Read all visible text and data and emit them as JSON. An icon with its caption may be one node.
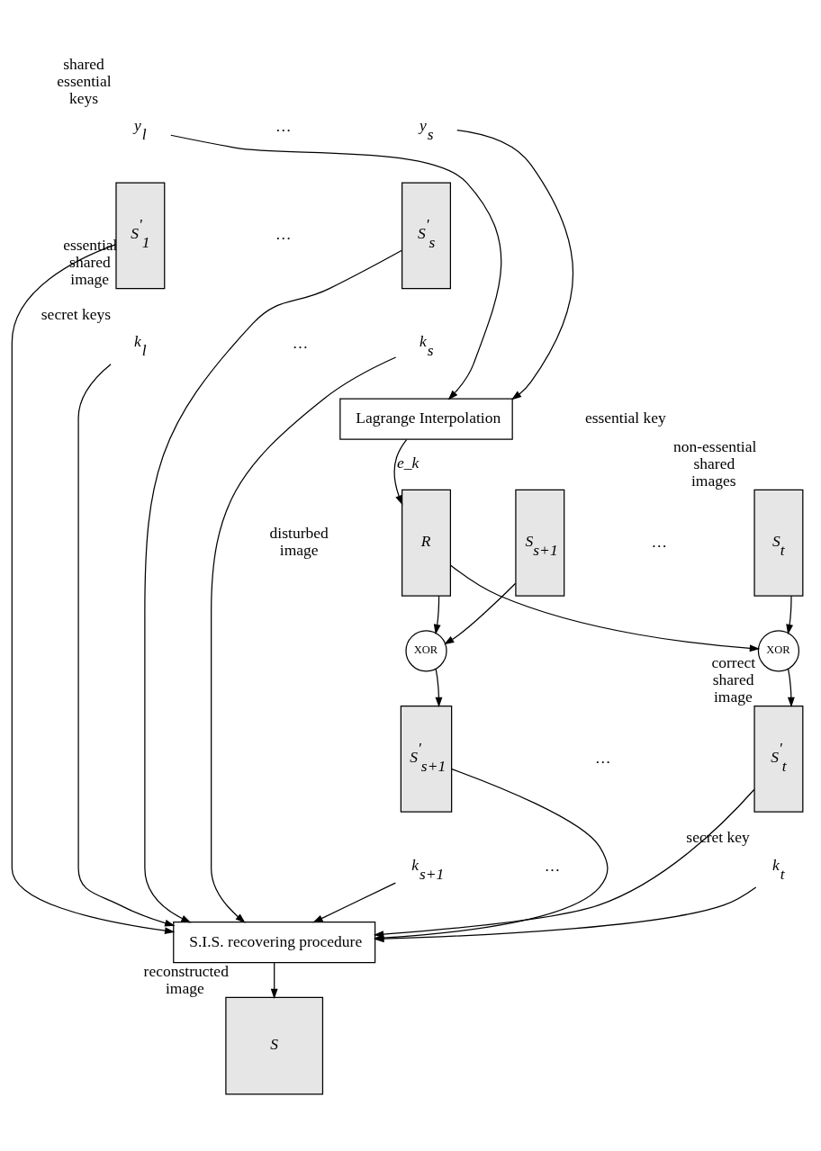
{
  "diagram": {
    "nodes": [
      {
        "text": [
          "y$_{l}$"
        ],
        "beside": [
          "shared essential keys"
        ]
      },
      {
        "text": [
          "y$_{s}$"
        ]
      },
      {
        "text": [
          "S$^{'}$$_{1}$"
        ],
        "beside": [
          "essential shared image"
        ]
      },
      {
        "text": [
          "S$^{'}$$_{s}$"
        ]
      },
      {
        "text": [
          "k$_{l}$"
        ],
        "beside": [
          "secret keys"
        ]
      },
      {
        "text": [
          "k$_{s}$"
        ]
      },
      {
        "text": [
          "Lagrange Interpolation"
        ]
      },
      {
        "text": [
          "R"
        ]
      },
      {
        "text": [
          "S$_{s+1}$"
        ]
      },
      {
        "text": [
          "S$_{t}$"
        ],
        "beside": [
          "non-essential shared images"
        ]
      },
      {
        "text": [
          "XOR"
        ]
      },
      {
        "text": [
          "XOR"
        ]
      },
      {
        "text": [
          "S$^{'}$$_{s+1}$"
        ]
      },
      {
        "text": [
          "S$^{'}$$_{t}$"
        ],
        "beside": [
          "correct shared image"
        ]
      },
      {
        "text": [
          "k$_{s+1}$"
        ]
      },
      {
        "text": [
          "k$_{t}$"
        ],
        "beside": [
          "secret key"
        ]
      },
      {
        "text": [
          "S.I.S. recovering procedure"
        ]
      },
      {
        "text": [
          "S"
        ],
        "beside": [
          "reconstructed image"
        ]
      }
    ],
    "edges": [
      {
        "from": 0,
        "to": 6,
        "arrow": "to"
      },
      {
        "from": 1,
        "to": 6,
        "arrow": "to"
      },
      {
        "from": 6,
        "to": 7,
        "arrow": "to",
        "label": "e_k"
      },
      {
        "from": 7,
        "to": 10,
        "arrow": "to"
      },
      {
        "from": 7,
        "to": 11,
        "arrow": "to"
      },
      {
        "from": 8,
        "to": 10,
        "arrow": "to"
      },
      {
        "from": 9,
        "to": 11,
        "arrow": "to"
      },
      {
        "from": 10,
        "to": 12,
        "arrow": "to"
      },
      {
        "from": 11,
        "to": 13,
        "arrow": "to"
      },
      {
        "from": 4,
        "to": 16,
        "arrow": "to"
      },
      {
        "from": 2,
        "to": 16,
        "arrow": "to"
      },
      {
        "from": 5,
        "to": 16,
        "arrow": "to"
      },
      {
        "from": 3,
        "to": 16,
        "arrow": "to"
      },
      {
        "from": 12,
        "to": 16,
        "arrow": "to"
      },
      {
        "from": 14,
        "to": 16,
        "arrow": "to"
      },
      {
        "from": 13,
        "to": 16,
        "arrow": "to"
      },
      {
        "from": 15,
        "to": 16,
        "arrow": "to"
      },
      {
        "from": 16,
        "to": 17,
        "arrow": "to"
      }
    ],
    "labels": [
      "…",
      "…",
      "…",
      "essential key",
      "disturbed image",
      "…",
      "…",
      "…"
    ]
  }
}
